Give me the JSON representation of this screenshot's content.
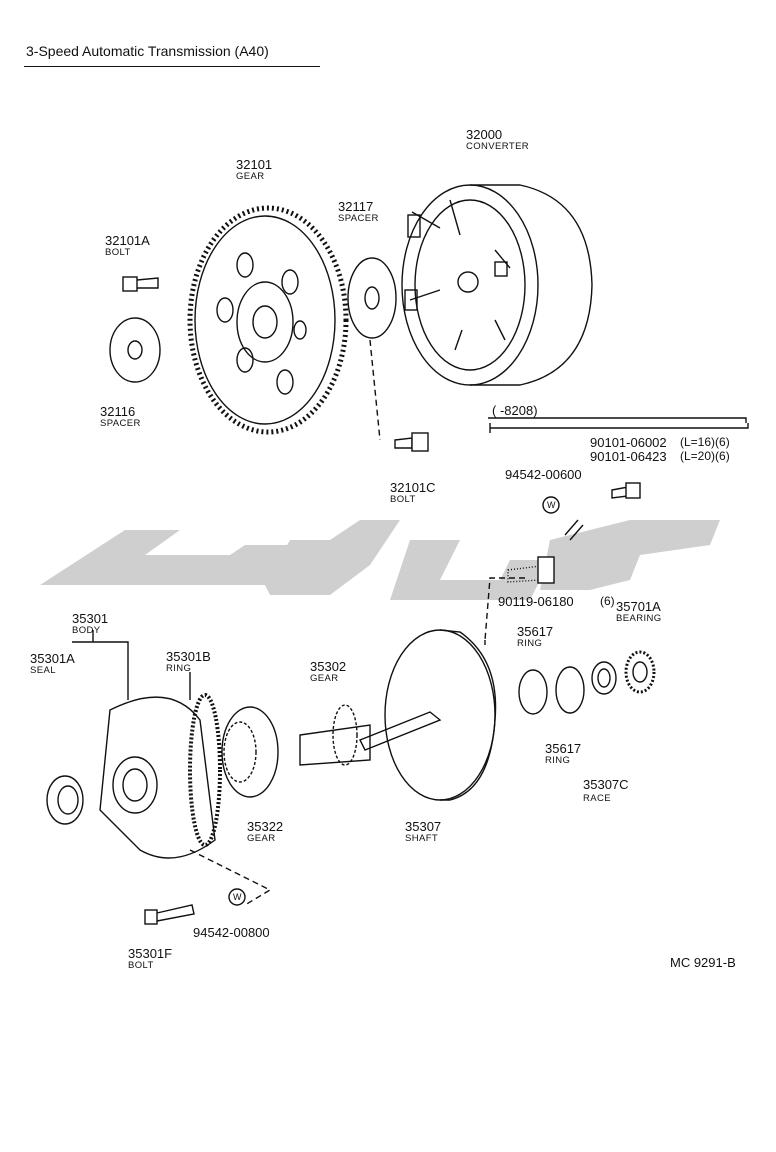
{
  "title": "3-Speed Automatic Transmission (A40)",
  "reference": "MC 9291-B",
  "range_label": "(      -8208)",
  "parts": {
    "converter": {
      "number": "32000",
      "name": "CONVERTER"
    },
    "gear_32101": {
      "number": "32101",
      "name": "GEAR"
    },
    "bolt_32101a": {
      "number": "32101A",
      "name": "BOLT"
    },
    "spacer_32116": {
      "number": "32116",
      "name": "SPACER"
    },
    "spacer_32117": {
      "number": "32117",
      "name": "SPACER"
    },
    "bolt_32101c": {
      "number": "32101C",
      "name": "BOLT"
    },
    "bolt_90101a": {
      "number": "90101-06002",
      "detail": "(L=16)(6)"
    },
    "bolt_90101b": {
      "number": "90101-06423",
      "detail": "(L=20)(6)"
    },
    "washer_94542a": {
      "number": "94542-00600",
      "symbol": "W"
    },
    "bolt_90119": {
      "number": "90119-06180",
      "detail": "(6)"
    },
    "body_35301": {
      "number": "35301",
      "name": "BODY"
    },
    "seal_35301a": {
      "number": "35301A",
      "name": "SEAL"
    },
    "ring_35301b": {
      "number": "35301B",
      "name": "RING"
    },
    "gear_35302": {
      "number": "35302",
      "name": "GEAR"
    },
    "gear_35322": {
      "number": "35322",
      "name": "GEAR"
    },
    "shaft_35307": {
      "number": "35307",
      "name": "SHAFT"
    },
    "ring_35617a": {
      "number": "35617",
      "name": "RING"
    },
    "ring_35617b": {
      "number": "35617",
      "name": "RING"
    },
    "race_35307c": {
      "number": "35307C",
      "name": "RACE"
    },
    "bearing_35701a": {
      "number": "35701A",
      "name": "BEARING"
    },
    "bolt_35301f": {
      "number": "35301F",
      "name": "BOLT"
    },
    "washer_94542b": {
      "number": "94542-00800",
      "symbol": "W"
    }
  },
  "colors": {
    "ink": "#111111",
    "watermark": "#cfcfcf"
  }
}
